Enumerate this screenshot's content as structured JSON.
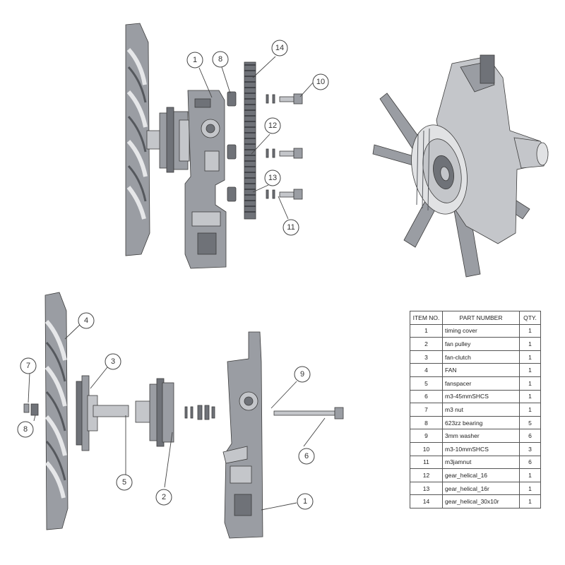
{
  "bom": {
    "headers": {
      "item_no": "ITEM NO.",
      "part_number": "PART NUMBER",
      "qty": "QTY."
    },
    "rows": [
      {
        "item": "1",
        "part": "timing cover",
        "qty": "1"
      },
      {
        "item": "2",
        "part": "fan pulley",
        "qty": "1"
      },
      {
        "item": "3",
        "part": "fan-clutch",
        "qty": "1"
      },
      {
        "item": "4",
        "part": "FAN",
        "qty": "1"
      },
      {
        "item": "5",
        "part": "fanspacer",
        "qty": "1"
      },
      {
        "item": "6",
        "part": "m3-45mmSHCS",
        "qty": "1"
      },
      {
        "item": "7",
        "part": "m3 nut",
        "qty": "1"
      },
      {
        "item": "8",
        "part": "623zz bearing",
        "qty": "5"
      },
      {
        "item": "9",
        "part": "3mm washer",
        "qty": "6"
      },
      {
        "item": "10",
        "part": "m3-10mmSHCS",
        "qty": "3"
      },
      {
        "item": "11",
        "part": "m3jamnut",
        "qty": "6"
      },
      {
        "item": "12",
        "part": "gear_helical_16",
        "qty": "1"
      },
      {
        "item": "13",
        "part": "gear_helical_16r",
        "qty": "1"
      },
      {
        "item": "14",
        "part": "gear_helical_30x10r",
        "qty": "1"
      }
    ]
  },
  "balloons": {
    "top_view": [
      "1",
      "8",
      "14",
      "10",
      "12",
      "13",
      "11"
    ],
    "bottom_view": [
      "4",
      "7",
      "3",
      "8",
      "5",
      "2",
      "9",
      "6",
      "1"
    ]
  },
  "colors": {
    "line": "#444444",
    "part_dark": "#6f7278",
    "part_mid": "#9a9da3",
    "part_light": "#c4c6ca",
    "background": "#ffffff"
  }
}
